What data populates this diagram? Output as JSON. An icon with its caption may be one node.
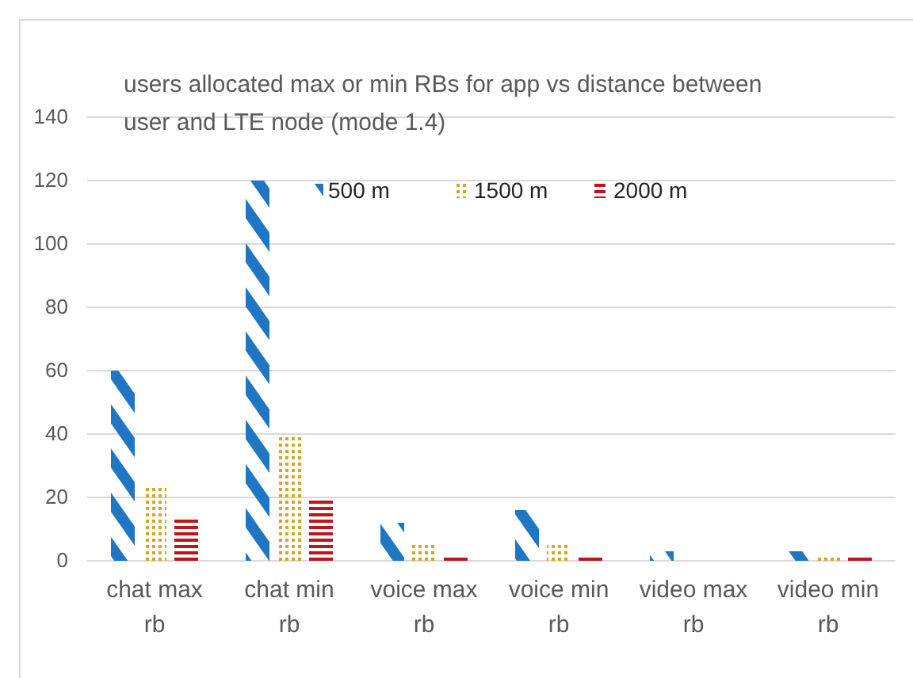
{
  "diagram": {
    "chart_data": {
      "type": "bar",
      "title": "users allocated max or min RBs for app vs distance between user and LTE node (mode 1.4)",
      "categories": [
        "chat max rb",
        "chat min rb",
        "voice max rb",
        "voice min rb",
        "video max rb",
        "video min rb"
      ],
      "series": [
        {
          "name": "500 m",
          "color": "#1f77c4",
          "values": [
            60,
            120,
            12,
            16,
            3,
            3
          ]
        },
        {
          "name": "1500 m",
          "color": "#d9a520",
          "values": [
            24,
            40,
            5,
            6,
            0,
            1
          ]
        },
        {
          "name": "2000 m",
          "color": "#c0141c",
          "values": [
            14,
            20,
            2,
            2,
            0,
            2
          ]
        }
      ],
      "grid": true,
      "legend": true,
      "ylim": [
        0,
        140
      ],
      "yticks": [
        0,
        20,
        40,
        60,
        80,
        100,
        120,
        140
      ]
    }
  }
}
